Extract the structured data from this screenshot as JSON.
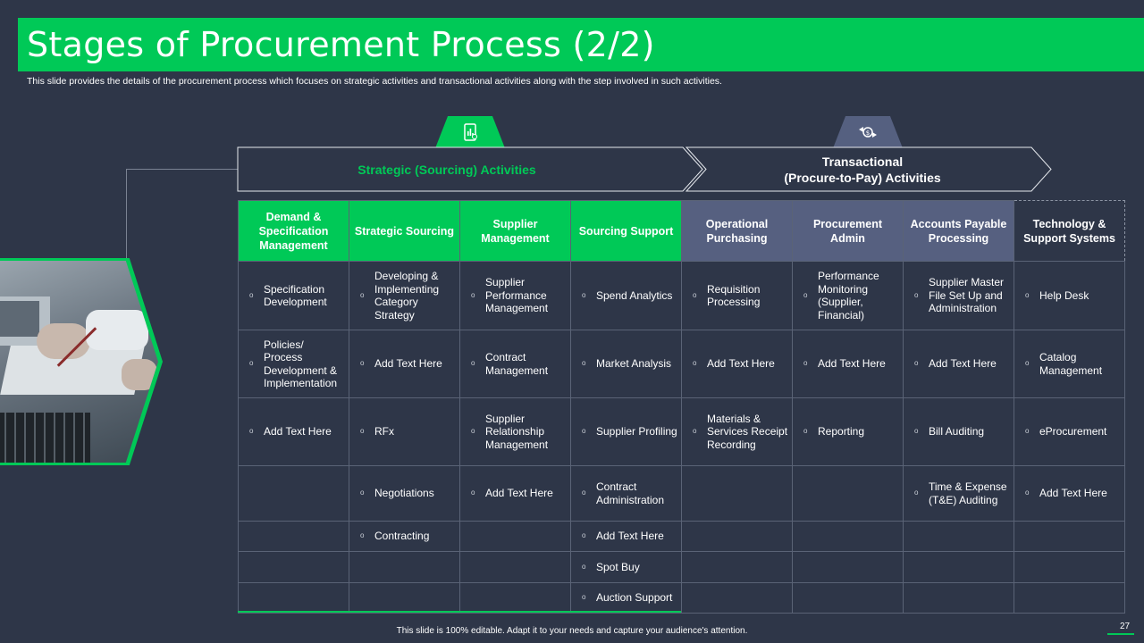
{
  "slide": {
    "title": "Stages of  Procurement Process (2/2)",
    "subtitle": "This slide provides the details of the procurement process which focuses on strategic activities and transactional activities along with the step involved in such activities.",
    "footer": "This slide is 100% editable.  Adapt it to your needs and capture your audience's attention.",
    "page_number": "27"
  },
  "banners": {
    "strategic": {
      "label": "Strategic (Sourcing) Activities",
      "icon": "mobile-analytics-icon",
      "color": "#00c957"
    },
    "transactional": {
      "line1": "Transactional",
      "line2": "(Procure-to-Pay) Activities",
      "icon": "money-exchange-icon",
      "color": "#556080"
    }
  },
  "table": {
    "headers": [
      "Demand & Specification Management",
      "Strategic Sourcing",
      "Supplier Management",
      "Sourcing Support",
      "Operational Purchasing",
      "Procurement Admin",
      "Accounts Payable Processing",
      "Technology & Support Systems"
    ],
    "rows": [
      [
        "Specification Development",
        "Developing & Implementing Category Strategy",
        "Supplier Performance Management",
        "Spend Analytics",
        "Requisition Processing",
        "Performance Monitoring (Supplier, Financial)",
        "Supplier Master File Set Up and Administration",
        "Help Desk"
      ],
      [
        "Policies/ Process Development & Implementation",
        "Add Text Here",
        "Contract Management",
        "Market Analysis",
        "Add Text Here",
        "Add Text Here",
        "Add Text Here",
        "Catalog Management"
      ],
      [
        "Add Text Here",
        "RFx",
        "Supplier Relationship Management",
        "Supplier Profiling",
        "Materials & Services Receipt Recording",
        "Reporting",
        "Bill Auditing",
        "eProcurement"
      ],
      [
        "",
        "Negotiations",
        "Add Text Here",
        "Contract Administration",
        "",
        "",
        "Time & Expense (T&E) Auditing",
        "Add Text Here"
      ],
      [
        "",
        "Contracting",
        "",
        "Add Text Here",
        "",
        "",
        "",
        ""
      ],
      [
        "",
        "",
        "",
        "Spot Buy",
        "",
        "",
        "",
        ""
      ],
      [
        "",
        "",
        "",
        "Auction Support",
        "",
        "",
        "",
        ""
      ]
    ]
  },
  "colors": {
    "background": "#2e3648",
    "accent": "#00c957",
    "slate": "#566080"
  }
}
